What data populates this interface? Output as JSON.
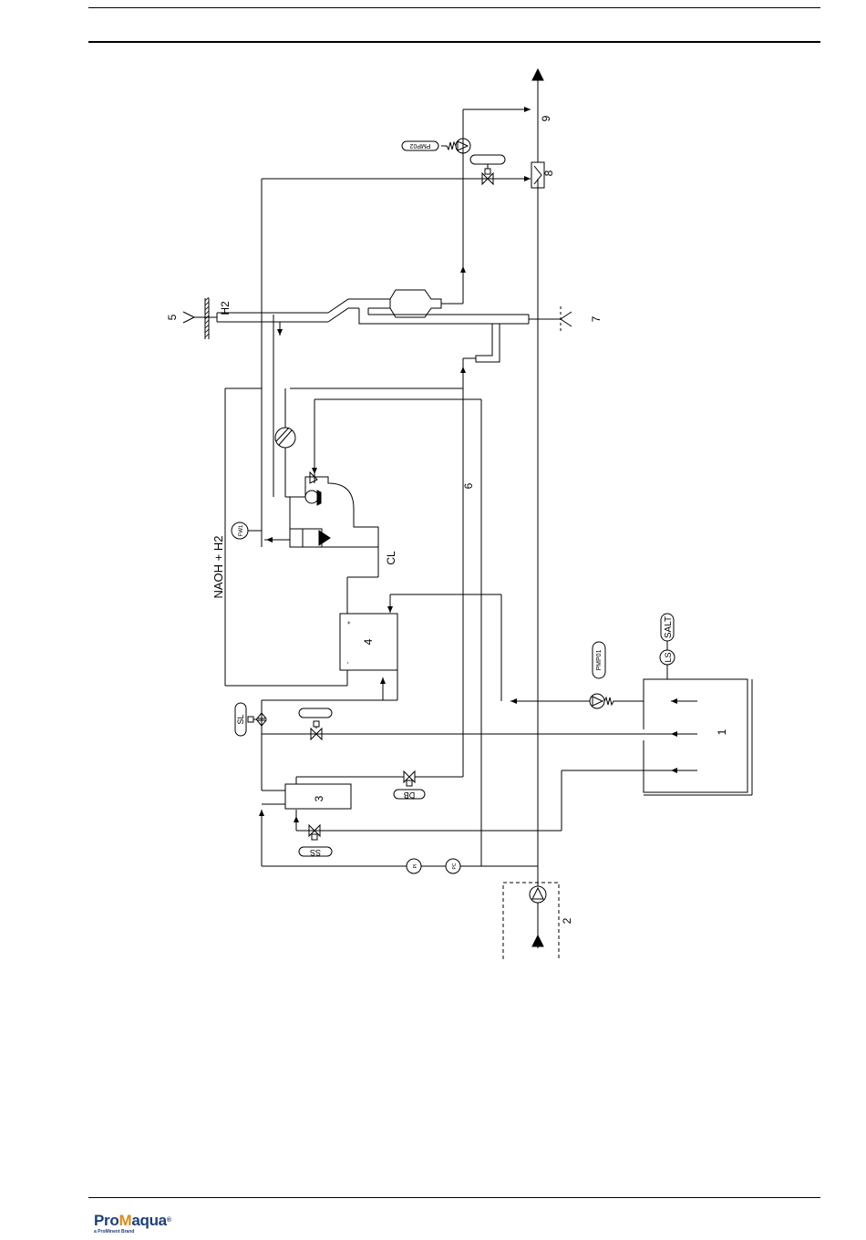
{
  "labels": {
    "n1": "1",
    "n2": "2",
    "n3": "3",
    "n4": "4",
    "n5": "5",
    "n6": "6",
    "n7": "7",
    "n8": "8",
    "n9": "9",
    "h2": "H2",
    "naoh_h2": "NAOH + H2",
    "cl": "CL",
    "salt": "SALT",
    "ls": "LS",
    "pmp01": "PMP01",
    "pmp02": "PMP02",
    "fw1": "FW1",
    "sl": "SL",
    "db": "DB",
    "ss": "SS",
    "pi": "PI",
    "pc": "PC",
    "plus": "+",
    "minus": "-"
  },
  "footer": {
    "logo_pro": "Pro",
    "logo_m": "M",
    "logo_rest": "aqua",
    "logo_reg": "®",
    "logo_sub": "a ProMinent Brand"
  }
}
